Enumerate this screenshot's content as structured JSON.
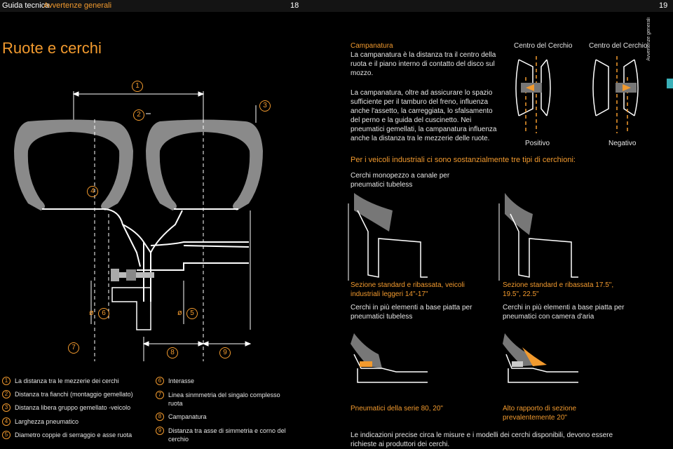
{
  "header": {
    "guide": "Guida tecnica",
    "section": "Avvertenze generali",
    "page_left": "18",
    "page_right": "19"
  },
  "title": "Ruote e cerchi",
  "side_tab": "Avvertenze generali",
  "diagram": {
    "callouts": [
      "1",
      "2",
      "3",
      "4",
      "6",
      "5",
      "7",
      "8",
      "9"
    ],
    "diameter_symbol": "ø"
  },
  "camber": {
    "heading": "Campanatura",
    "intro": "La campanatura è la distanza tra il centro della ruota e il piano interno di contatto del disco sul mozzo.",
    "body": "La campanatura, oltre ad assicurare lo spazio sufficiente per il tamburo del freno, influenza anche l'assetto, la carreggiata, lo sfalsamento del perno e la guida del cuscinetto. Nei pneumatici gemellati, la campanatura influenza anche la distanza tra le mezzerie delle ruote.",
    "label_center_1": "Centro del Cerchio",
    "label_center_2": "Centro del Cerchio",
    "label_positive": "Positivo",
    "label_negative": "Negativo"
  },
  "rim_types": {
    "heading": "Per i veicoli industriali ci sono sostanzialmente tre tipi di cerchioni:",
    "type1": "Cerchi monopezzo a canale per pneumatici tubeless",
    "caption_a": "Sezione standard e ribassata, veicoli industriali leggeri 14\"-17\"",
    "caption_b": "Sezione standard e ribassata 17.5\", 19.5\", 22.5\"",
    "type2": "Cerchi in più elementi a base piatta per pneumatici tubeless",
    "type3": "Cerchi in più elementi a base piatta per pneumatici con camera d'aria",
    "caption_c": "Pneumatici della serie 80, 20\"",
    "caption_d": "Alto rapporto di sezione prevalentemente 20\"",
    "footnote": "Le indicazioni precise circa le misure e i modelli dei cerchi disponibili, devono essere richieste ai produttori dei cerchi."
  },
  "legend": [
    {
      "n": "1",
      "text": "La distanza tra le mezzerie dei cerchi"
    },
    {
      "n": "2",
      "text": "Distanza tra fianchi (montaggio gemellato)"
    },
    {
      "n": "3",
      "text": "Distanza libera gruppo gemellato -veicolo"
    },
    {
      "n": "4",
      "text": "Larghezza pneumatico"
    },
    {
      "n": "5",
      "text": "Diametro coppie di serraggio e asse ruota"
    },
    {
      "n": "6",
      "text": "Interasse"
    },
    {
      "n": "7",
      "text": "Linea sinmmetria del singalo complesso ruota"
    },
    {
      "n": "8",
      "text": "Campanatura"
    },
    {
      "n": "9",
      "text": "Distanza tra asse di simmetria e corno del cerchio"
    }
  ],
  "colors": {
    "accent": "#f29a2e",
    "tab": "#3ab0b8",
    "tyre": "#8a8a8a"
  }
}
